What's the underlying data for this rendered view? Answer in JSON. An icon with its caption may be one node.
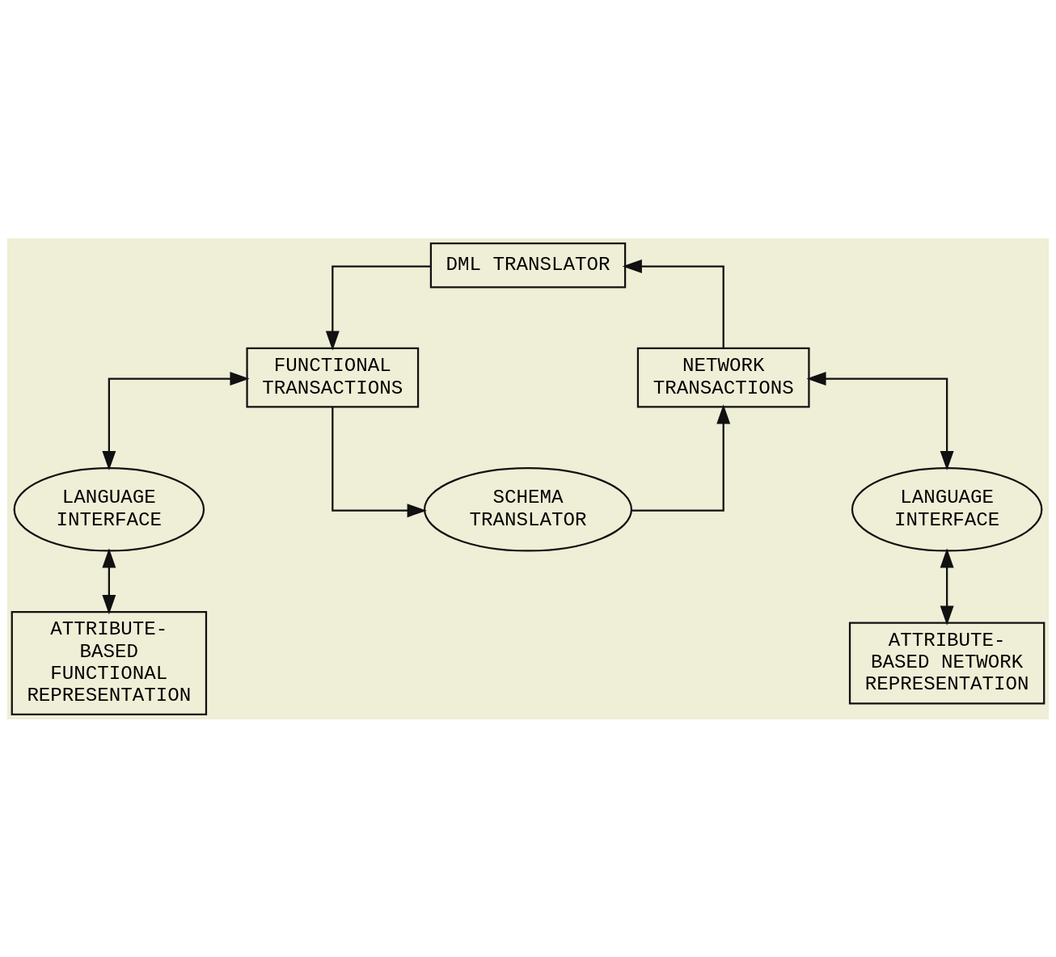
{
  "diagram": {
    "nodes": [
      {
        "text": [
          "DML TRANSLATOR"
        ]
      },
      {
        "text": [
          "SCHEMA TRANSLATOR"
        ]
      },
      {
        "text": [
          "NETWORK TRANSACTIONS"
        ]
      },
      {
        "text": [
          "FUNCTIONAL TRANSACTIONS"
        ]
      },
      {
        "text": [
          "LANGUAGE INTERFACE"
        ]
      },
      {
        "text": [
          "LANGUAGE INTERFACE"
        ]
      },
      {
        "text": [
          "ATTRIBUTE- BASED NETWORK REPRESENTATION"
        ]
      },
      {
        "text": [
          "ATTRIBUTE- BASED FUNCTIONAL REPRESENTATION"
        ]
      }
    ],
    "edges": [
      {
        "from": 2,
        "to": 0,
        "arrow": "to"
      },
      {
        "from": 0,
        "to": 3,
        "arrow": "to"
      },
      {
        "from": 3,
        "to": 1,
        "arrow": "to"
      },
      {
        "from": 1,
        "to": 2,
        "arrow": "to"
      },
      {
        "from": 2,
        "to": 4,
        "arrow": "both"
      },
      {
        "from": 4,
        "to": 6,
        "arrow": "both"
      },
      {
        "from": 3,
        "to": 5,
        "arrow": "both"
      },
      {
        "from": 5,
        "to": 7,
        "arrow": "both"
      }
    ]
  }
}
